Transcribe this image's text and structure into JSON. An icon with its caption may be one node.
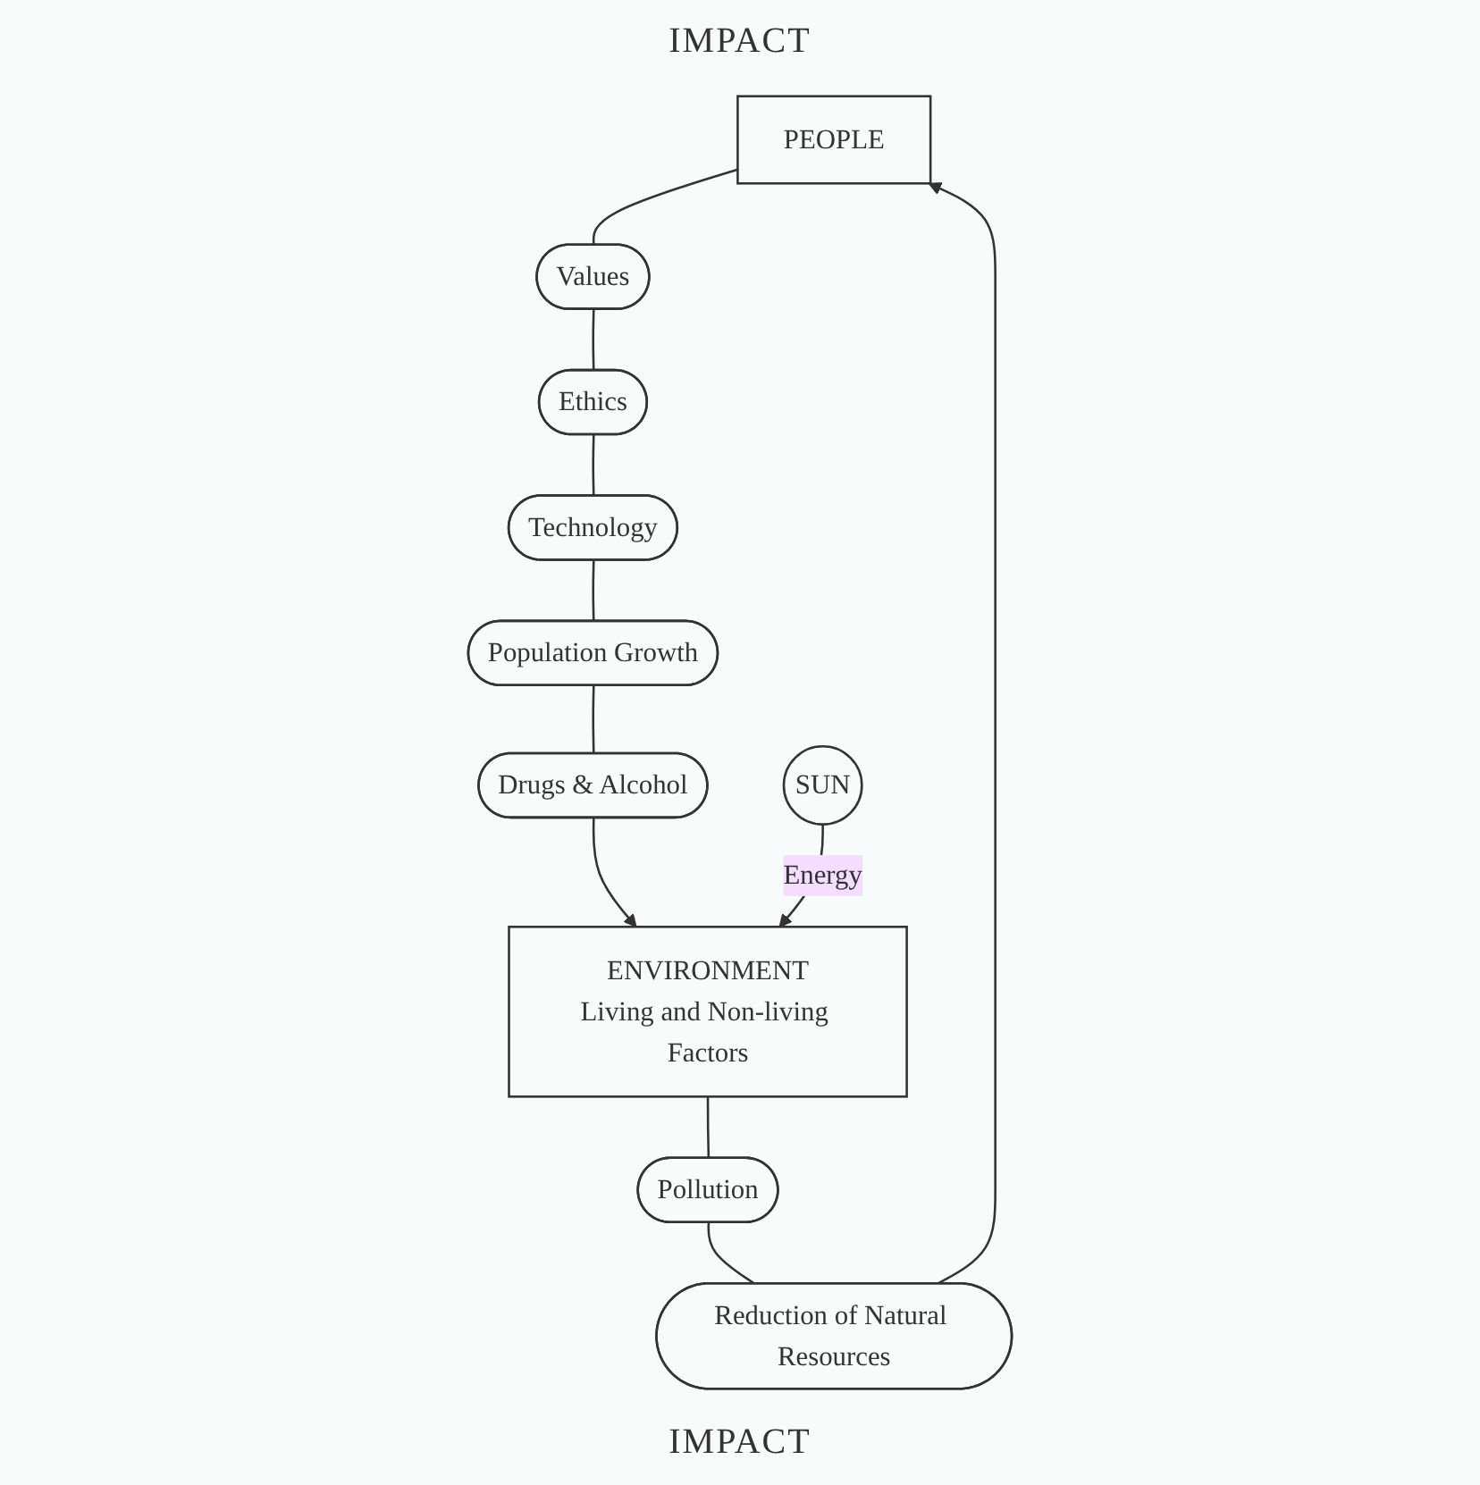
{
  "diagram": {
    "nodes": [
      {
        "text": [
          "PEOPLE"
        ]
      },
      {
        "text": [
          "Values"
        ]
      },
      {
        "text": [
          "Ethics"
        ]
      },
      {
        "text": [
          "Technology"
        ]
      },
      {
        "text": [
          "Population Growth"
        ]
      },
      {
        "text": [
          "Drugs & Alcohol"
        ]
      },
      {
        "text": [
          "ENVIRONMENT",
          "Living and Non-living Factors"
        ]
      },
      {
        "text": [
          "Pollution"
        ]
      },
      {
        "text": [
          "Reduction of Natural Resources"
        ]
      },
      {
        "text": [
          "SUN"
        ]
      }
    ],
    "edges": [
      {
        "from": 0,
        "to": 1,
        "arrow": "none"
      },
      {
        "from": 1,
        "to": 2,
        "arrow": "none"
      },
      {
        "from": 2,
        "to": 3,
        "arrow": "none"
      },
      {
        "from": 3,
        "to": 4,
        "arrow": "none"
      },
      {
        "from": 4,
        "to": 5,
        "arrow": "none"
      },
      {
        "from": 5,
        "to": 6,
        "arrow": "to"
      },
      {
        "from": 6,
        "to": 7,
        "arrow": "none"
      },
      {
        "from": 7,
        "to": 8,
        "arrow": "none"
      },
      {
        "from": 8,
        "to": 0,
        "arrow": "to"
      },
      {
        "from": 9,
        "to": 6,
        "arrow": "to",
        "label": "Energy"
      }
    ],
    "labels": [
      "IMPACT",
      "IMPACT"
    ]
  }
}
